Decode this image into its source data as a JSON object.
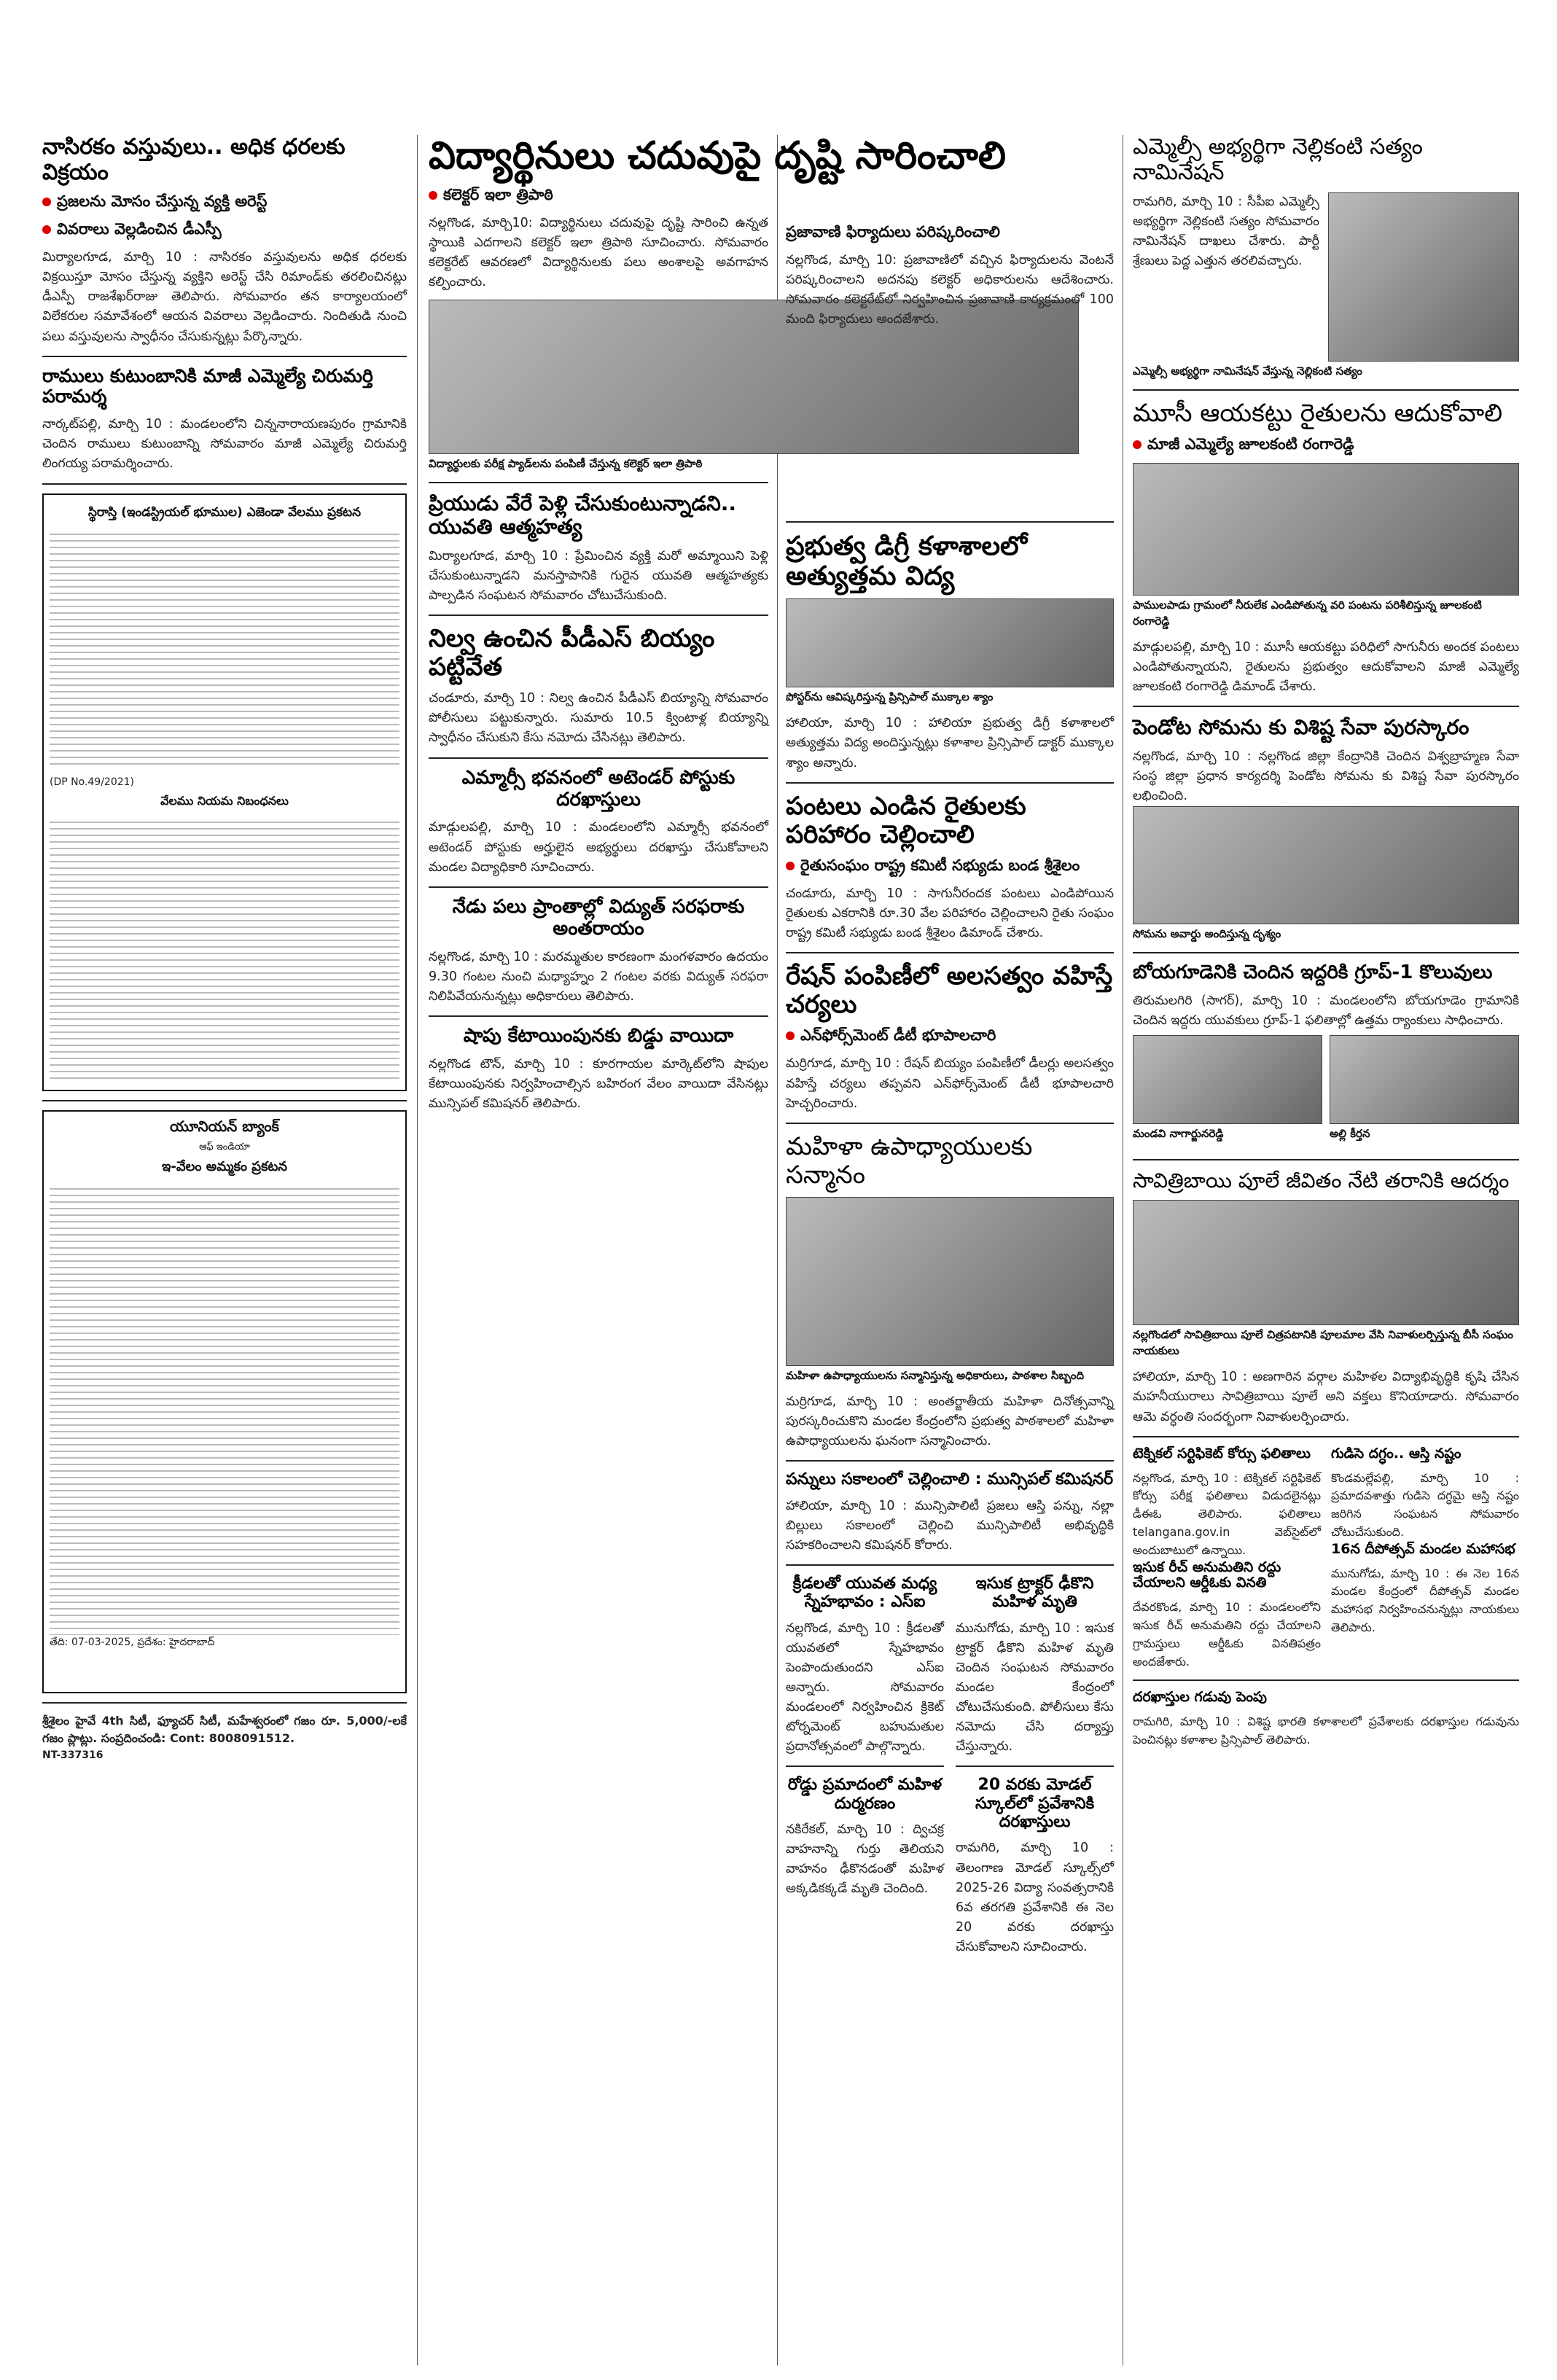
{
  "col1": {
    "h1": "నాసిరకం వస్తువులు.. అధిక ధరలకు విక్రయం",
    "h1_sub_a": "ప్రజలను మోసం చేస్తున్న వ్యక్తి అరెస్ట్",
    "h1_sub_b": "వివరాలు వెల్లడించిన డీఎస్పీ",
    "h1_body": "మిర్యాలగూడ, మార్చి 10 : నాసిరకం వస్తువులను అధిక ధరలకు విక్రయిస్తూ మోసం చేస్తున్న వ్యక్తిని అరెస్ట్ చేసి రిమాండ్‌కు తరలించినట్లు డీఎస్పీ రాజశేఖర్‌రాజు తెలిపారు. సోమవారం తన కార్యాలయంలో విలేకరుల సమావేశంలో ఆయన వివరాలు వెల్లడించారు. నిందితుడి నుంచి పలు వస్తువులను స్వాధీనం చేసుకున్నట్లు పేర్కొన్నారు.",
    "h2": "రాములు కుటుంబానికి మాజీ ఎమ్మెల్యే చిరుమర్తి పరామర్శ",
    "h2_body": "నార్కట్‌పల్లి, మార్చి 10 : మండలంలోని చిన్ననారాయణపురం గ్రామానికి చెందిన రాములు కుటుంబాన్ని సోమవారం మాజీ ఎమ్మెల్యే చిరుమర్తి లింగయ్య పరామర్శించారు.",
    "notice1_title": "స్థిరాస్తి (ఇండస్ట్రియల్ భూముల) ఎజెండా వేలము ప్రకటన",
    "notice1_sub": "వేలము నియమ నిబంధనలు",
    "notice1_code": "(DP No.49/2021)",
    "notice2_bank": "యూనియన్ బ్యాంక్",
    "notice2_bank_sub": "ఆఫ్ ఇండియా",
    "notice2_title": "ఇ-వేలం అమ్మకం ప్రకటన",
    "notice2_date": "తేది: 07-03-2025, ప్రదేశం: హైదరాబాద్",
    "classified": "శ్రీశైలం హైవే 4th సిటీ, ఫ్యూచర్ సిటీ, మహేశ్వరంలో గజం రూ. 5,000/-లకే గజం ప్లాట్లు. సంప్రదించండి: Cont: 8008091512.",
    "classified_code": "NT-337316"
  },
  "col2": {
    "h_main": "విద్యార్థినులు చదువుపై దృష్టి సారించాలి",
    "h_main_sub": "కలెక్టర్ ఇలా త్రిపాఠి",
    "h_main_body": "నల్లగొండ, మార్చి10: విద్యార్థినులు చదువుపై దృష్టి సారించి ఉన్నత స్థాయికి ఎదగాలని కలెక్టర్ ఇలా త్రిపాఠి సూచించారు. సోమవారం కలెక్టరేట్ ఆవరణలో విద్యార్థినులకు పలు అంశాలపై అవగాహన కల్పించారు.",
    "photo_cap": "విద్యార్థులకు పరీక్ష ప్యాడ్‌లను పంపిణీ చేస్తున్న కలెక్టర్ ఇలా త్రిపాఠి",
    "h_love": "ప్రియుడు వేరే పెళ్లి చేసుకుంటున్నాడని.. యువతి ఆత్మహత్య",
    "h_love_body": "మిర్యాలగూడ, మార్చి 10 : ప్రేమించిన వ్యక్తి మరో అమ్మాయిని పెళ్లి చేసుకుంటున్నాడని మనస్తాపానికి గురైన యువతి ఆత్మహత్యకు పాల్పడిన సంఘటన సోమవారం చోటుచేసుకుంది.",
    "h_pds": "నిల్వ ఉంచిన పీడీఎస్ బియ్యం పట్టివేత",
    "h_pds_body": "చండూరు, మార్చి 10 : నిల్వ ఉంచిన పీడీఎస్ బియ్యాన్ని సోమవారం పోలీసులు పట్టుకున్నారు. సుమారు 10.5 క్వింటాళ్ల బియ్యాన్ని స్వాధీనం చేసుకుని కేసు నమోదు చేసినట్లు తెలిపారు.",
    "h_ambed": "ఎమ్మార్సీ భవనంలో అటెండర్ పోస్టుకు దరఖాస్తులు",
    "h_ambed_body": "మాడ్గులపల్లి, మార్చి 10 : మండలంలోని ఎమ్మార్సీ భవనంలో అటెండర్ పోస్టుకు అర్హులైన అభ్యర్థులు దరఖాస్తు చేసుకోవాలని మండల విద్యాధికారి సూచించారు.",
    "h_power": "నేడు పలు ప్రాంతాల్లో విద్యుత్ సరఫరాకు అంతరాయం",
    "h_power_body": "నల్లగొండ, మార్చి 10 : మరమ్మతుల కారణంగా మంగళవారం ఉదయం 9.30 గంటల నుంచి మధ్యాహ్నం 2 గంటల వరకు విద్యుత్ సరఫరా నిలిపివేయనున్నట్లు అధికారులు తెలిపారు.",
    "h_shop": "షాపు కేటాయింపునకు బిడ్డు వాయిదా",
    "h_shop_body": "నల్లగొండ టౌన్, మార్చి 10 : కూరగాయల మార్కెట్‌లోని షాపుల కేటాయింపునకు నిర్వహించాల్సిన బహిరంగ వేలం వాయిదా వేసినట్లు మున్సిపల్ కమిషనర్ తెలిపారు."
  },
  "col3": {
    "h_top_sub": "ప్రజావాణి ఫిర్యాదులు పరిష్కరించాలి",
    "h_top_body": "నల్లగొండ, మార్చి 10: ప్రజావాణిలో వచ్చిన ఫిర్యాదులను వెంటనే పరిష్కరించాలని అదనపు కలెక్టర్ అధికారులను ఆదేశించారు. సోమవారం కలెక్టరేట్‌లో నిర్వహించిన ప్రజావాణి కార్యక్రమంలో 100 మంది ఫిర్యాదులు అందజేశారు.",
    "h_degree": "ప్రభుత్వ డిగ్రీ కళాశాలలో అత్యుత్తమ విద్య",
    "h_degree_body": "హాలియా, మార్చి 10 : హాలియా ప్రభుత్వ డిగ్రీ కళాశాలలో అత్యుత్తమ విద్య అందిస్తున్నట్లు కళాశాల ప్రిన్సిపాల్ డాక్టర్ ముక్కాల శ్యాం అన్నారు.",
    "photo_cap": "పోస్టర్‌ను ఆవిష్కరిస్తున్న ప్రిన్సిపాల్ ముక్కాల శ్యాం",
    "h_crops": "పంటలు ఎండిన రైతులకు పరిహారం చెల్లించాలి",
    "h_crops_sub": "రైతుసంఘం రాష్ట్ర కమిటీ సభ్యుడు బండ శ్రీశైలం",
    "h_crops_body": "చండూరు, మార్చి 10 : సాగునీరందక పంటలు ఎండిపోయిన రైతులకు ఎకరానికి రూ.30 వేల పరిహారం చెల్లించాలని రైతు సంఘం రాష్ట్ర కమిటీ సభ్యుడు బండ శ్రీశైలం డిమాండ్ చేశారు.",
    "h_ration": "రేషన్ పంపిణీలో అలసత్వం వహిస్తే చర్యలు",
    "h_ration_sub": "ఎన్‌ఫోర్స్‌మెంట్ డీటీ భూపాలచారి",
    "h_ration_body": "మర్రిగూడ, మార్చి 10 : రేషన్ బియ్యం పంపిణీలో డీలర్లు అలసత్వం వహిస్తే చర్యలు తప్పవని ఎన్‌ఫోర్స్‌మెంట్ డీటీ భూపాలచారి హెచ్చరించారు.",
    "h_women": "మహిళా ఉపాధ్యాయులకు సన్మానం",
    "photo_cap2": "మహిళా ఉపాధ్యాయులను సన్మానిస్తున్న అధికారులు, పాఠశాల సిబ్బంది",
    "h_women_body": "మర్రిగూడ, మార్చి 10 : అంతర్జాతీయ మహిళా దినోత్సవాన్ని పురస్కరించుకొని మండల కేంద్రంలోని ప్రభుత్వ పాఠశాలలో మహిళా ఉపాధ్యాయులను ఘనంగా సన్మానించారు.",
    "h_tax": "పన్నులు సకాలంలో చెల్లించాలి : మున్సిపల్ కమిషనర్",
    "h_tax_body": "హాలియా, మార్చి 10 : మున్సిపాలిటీ ప్రజలు ఆస్తి పన్ను, నల్లా బిల్లులు సకాలంలో చెల్లించి మున్సిపాలిటీ అభివృద్ధికి సహకరించాలని కమిషనర్ కోరారు.",
    "h_sports": "క్రీడలతో యువత మధ్య స్నేహభావం : ఎస్ఐ",
    "h_sports_body": "నల్లగొండ, మార్చి 10 : క్రీడలతో యువతలో స్నేహభావం పెంపొందుతుందని ఎస్ఐ అన్నారు. సోమవారం మండలంలో నిర్వహించిన క్రికెట్ టోర్నమెంట్ బహుమతుల ప్రదానోత్సవంలో పాల్గొన్నారు.",
    "h_tractor": "ఇసుక ట్రాక్టర్ ఢీకొని మహిళ మృతి",
    "h_tractor_body": "మునుగోడు, మార్చి 10 : ఇసుక ట్రాక్టర్ ఢీకొని మహిళ మృతి చెందిన సంఘటన సోమవారం మండల కేంద్రంలో చోటుచేసుకుంది. పోలీసులు కేసు నమోదు చేసి దర్యాప్తు చేస్తున్నారు.",
    "h_road": "రోడ్డు ప్రమాదంలో మహిళ దుర్మరణం",
    "h_road_body": "నకిరేకల్, మార్చి 10 : ద్విచక్ర వాహనాన్ని గుర్తు తెలియని వాహనం ఢీకొనడంతో మహిళ అక్కడికక్కడే మృతి చెందింది.",
    "h_model": "20 వరకు మోడల్ స్కూల్‌లో ప్రవేశానికి దరఖాస్తులు",
    "h_model_body": "రామగిరి, మార్చి 10 : తెలంగాణ మోడల్ స్కూల్స్‌లో 2025-26 విద్యా సంవత్సరానికి 6వ తరగతి ప్రవేశానికి ఈ నెల 20 వరకు దరఖాస్తు చేసుకోవాలని సూచించారు."
  },
  "col4": {
    "h_mlc": "ఎమ్మెల్సీ అభ్యర్థిగా నెల్లికంటి సత్యం నామినేషన్",
    "h_mlc_body": "రామగిరి, మార్చి 10 : సీపీఐ ఎమ్మెల్సీ అభ్యర్థిగా నెల్లికంటి సత్యం సోమవారం నామినేషన్ దాఖలు చేశారు. పార్టీ శ్రేణులు పెద్ద ఎత్తున తరలివచ్చారు.",
    "photo_cap": "ఎమ్మెల్సీ అభ్యర్థిగా నామినేషన్ వేస్తున్న నెల్లికంటి సత్యం",
    "h_musi": "మూసీ ఆయకట్టు రైతులను ఆదుకోవాలి",
    "h_musi_sub": "మాజీ ఎమ్మెల్యే జూలకంటి రంగారెడ్డి",
    "h_musi_body": "మాడ్గులపల్లి, మార్చి 10 : మూసీ ఆయకట్టు పరిధిలో సాగునీరు అందక పంటలు ఎండిపోతున్నాయని, రైతులను ప్రభుత్వం ఆదుకోవాలని మాజీ ఎమ్మెల్యే జూలకంటి రంగారెడ్డి డిమాండ్ చేశారు.",
    "photo_cap2": "పాములపాడు గ్రామంలో నీరులేక ఎండిపోతున్న వరి పంటను పరిశీలిస్తున్న జూలకంటి రంగారెడ్డి",
    "h_pendota": "పెండోట సోమను కు విశిష్ట సేవా పురస్కారం",
    "h_pendota_body": "నల్లగొండ, మార్చి 10 : నల్లగొండ జిల్లా కేంద్రానికి చెందిన విశ్వబ్రాహ్మణ సేవా సంస్థ జిల్లా ప్రధాన కార్యదర్శి పెండోట సోమను కు విశిష్ట సేవా పురస్కారం లభించింది.",
    "photo_cap3": "సోమను అవార్డు అందిస్తున్న దృశ్యం",
    "h_group1": "బోయగూడెనికి చెందిన ఇద్దరికి గ్రూప్-1 కొలువులు",
    "h_group1_body": "తిరుమలగిరి (సాగర్), మార్చి 10 : మండలంలోని బోయగూడెం గ్రామానికి చెందిన ఇద్దరు యువకులు గ్రూప్-1 ఫలితాల్లో ఉత్తమ ర్యాంకులు సాధించారు.",
    "name_a": "మండవి నాగార్జునరెడ్డి",
    "name_b": "అల్లి కీర్తన",
    "h_savitri": "సావిత్రిబాయి పూలే జీవితం నేటి తరానికి ఆదర్శం",
    "h_savitri_body": "హాలియా, మార్చి 10 : అణగారిన వర్గాల మహిళల విద్యాభివృద్ధికి కృషి చేసిన మహనీయురాలు సావిత్రిబాయి పూలే అని వక్తలు కొనియాడారు. సోమవారం ఆమె వర్ధంతి సందర్భంగా నివాళులర్పించారు.",
    "photo_cap4": "నల్లగొండలో సావిత్రిబాయి పూలే చిత్రపటానికి పూలమాల వేసి నివాళులర్పిస్తున్న బీసీ సంఘం నాయకులు",
    "h_tech": "టెక్నికల్ సర్టిఫికెట్ కోర్సు ఫలితాలు",
    "h_tech_body": "నల్లగొండ, మార్చి 10 : టెక్నికల్ సర్టిఫికెట్ కోర్సు పరీక్ష ఫలితాలు విడుదలైనట్లు డీఈఓ తెలిపారు. ఫలితాలు telangana.gov.in వెబ్‌సైట్‌లో అందుబాటులో ఉన్నాయి.",
    "h_gudise": "గుడిసె దగ్ధం.. ఆస్తి నష్టం",
    "h_gudise_body": "కొండమల్లేపల్లి, మార్చి 10 : ప్రమాదవశాత్తు గుడిసె దగ్ధమై ఆస్తి నష్టం జరిగిన సంఘటన సోమవారం చోటుచేసుకుంది.",
    "h_sand": "ఇసుక రీచ్ అనుమతిని రద్దు చేయాలని ఆర్డీఓకు వినతి",
    "h_sand_body": "దేవరకొండ, మార్చి 10 : మండలంలోని ఇసుక రీచ్ అనుమతిని రద్దు చేయాలని గ్రామస్తులు ఆర్డీఓకు వినతిపత్రం అందజేశారు.",
    "h_16": "16న దీపోత్సవ్ మండల మహాసభ",
    "h_16_body": "మునుగోడు, మార్చి 10 : ఈ నెల 16న మండల కేంద్రంలో దీపోత్సవ్ మండల మహాసభ నిర్వహించనున్నట్లు నాయకులు తెలిపారు.",
    "h_apps": "దరఖాస్తుల గడువు పెంపు",
    "h_apps_body": "రామగిరి, మార్చి 10 : విశిష్ట భారతి కళాశాలలో ప్రవేశాలకు దరఖాస్తుల గడువును పెంచినట్లు కళాశాల ప్రిన్సిపాల్ తెలిపారు."
  }
}
